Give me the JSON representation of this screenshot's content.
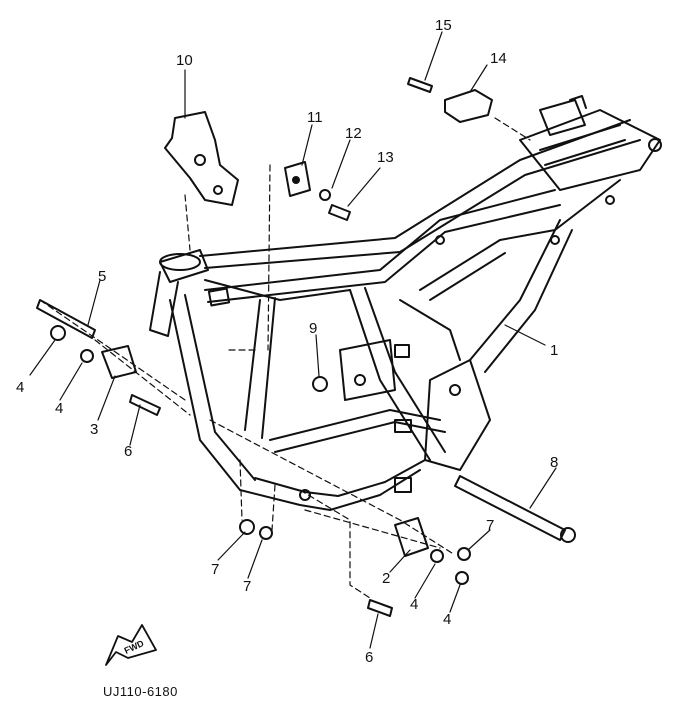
{
  "diagram": {
    "drawing_code": "UJ110-6180",
    "direction_badge": "FWD",
    "callouts": {
      "c1": "1",
      "c2": "2",
      "c3": "3",
      "c4a": "4",
      "c4b": "4",
      "c4c": "4",
      "c4d": "4",
      "c5": "5",
      "c6a": "6",
      "c6b": "6",
      "c7a": "7",
      "c7b": "7",
      "c7c": "7",
      "c8": "8",
      "c9": "9",
      "c10": "10",
      "c11": "11",
      "c12": "12",
      "c13": "13",
      "c14": "14",
      "c15": "15"
    }
  }
}
